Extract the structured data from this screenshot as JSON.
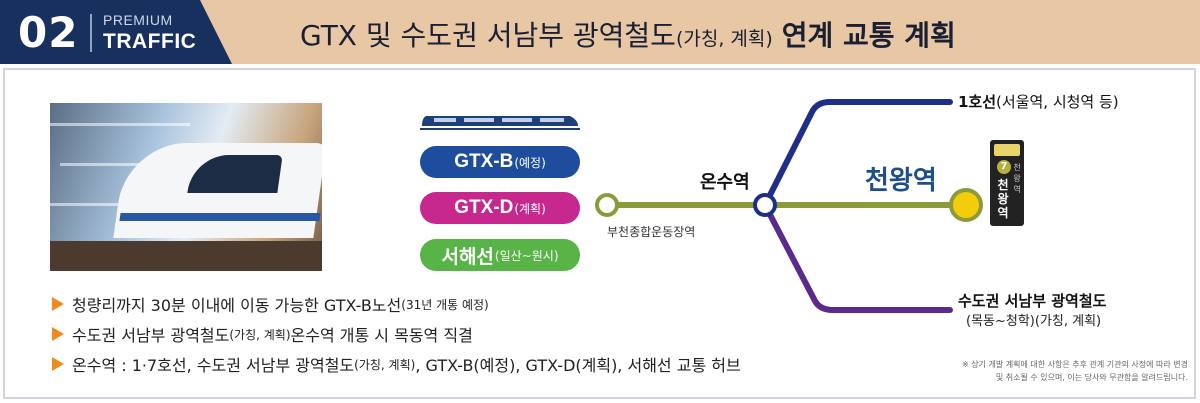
{
  "header": {
    "number": "02",
    "sub1": "PREMIUM",
    "sub2": "TRAFFIC",
    "title_main": "GTX 및 수도권 서남부 광역철도",
    "title_paren": "(가칭, 계획)",
    "title_strong": "연계 교통 계획"
  },
  "pills": {
    "gtxb": {
      "label": "GTX-B",
      "note": "(예정)"
    },
    "gtxd": {
      "label": "GTX-D",
      "note": "(계획)"
    },
    "seohae": {
      "label": "서해선",
      "note": "(일산~원시)"
    }
  },
  "map": {
    "onsu": "온수역",
    "bucheon": "부천종합운동장역",
    "cheonwang": "천왕역",
    "line1_strong": "1호선",
    "line1_rest": "(서울역, 시청역 등)",
    "sw_line": "수도권 서남부 광역철도",
    "sw_line_sub": "(목동~청학)(가칭, 계획)",
    "sign_num": "7",
    "sign_main": "천왕역",
    "sign_sub": "천왕역"
  },
  "bullets": [
    {
      "main": "청량리까지 30분 이내에 이동 가능한 GTX-B노선",
      "small": "(31년 개통 예정)",
      "after": ""
    },
    {
      "main": "수도권 서남부 광역철도",
      "small": "(가칭, 계획)",
      "after": " 온수역 개통 시 목동역 직결"
    },
    {
      "main": "온수역 : 1·7호선, 수도권 서남부 광역철도",
      "small": "(가칭, 계획)",
      "after": ", GTX-B(예정), GTX-D(계획), 서해선 교통 허브"
    }
  ],
  "note": "※ 상기 개발 계획에 대한 사항은 추후 관계 기관의 사정에 따라 변경 및 취소될 수 있으며, 이는 당사와 무관함을 알려드립니다.",
  "colors": {
    "navy": "#17305e",
    "line7": "#8d9a3a",
    "line1": "#1e2f8a",
    "sw_line": "#5b2a8c",
    "station_yellow": "#f3cc0c",
    "bullet": "#f08a1c"
  }
}
